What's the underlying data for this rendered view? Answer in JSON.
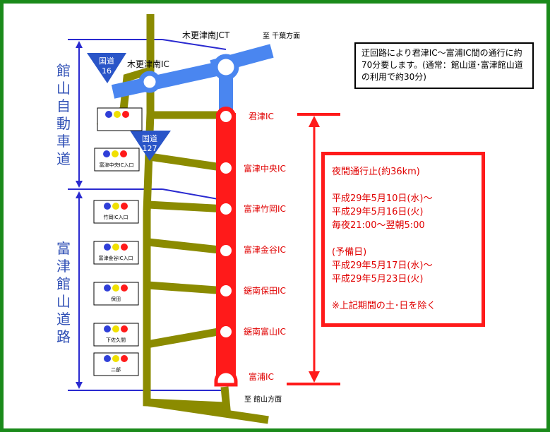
{
  "labels": {
    "kisarazu_minami_jct": "木更津南JCT",
    "to_chiba": "至  千葉方面",
    "kisarazu_minami_ic": "木更津南IC",
    "route16_line1": "国道",
    "route16_line2": "16",
    "route127_line1": "国道",
    "route127_line2": "127",
    "to_tateyama": "至  館山方面"
  },
  "road_sections": {
    "tateyama_expressway": [
      "館",
      "山",
      "自",
      "動",
      "車",
      "道"
    ],
    "futtsu_tateyama_road": [
      "富",
      "津",
      "館",
      "山",
      "道",
      "路"
    ]
  },
  "interchanges": [
    {
      "name": "君津IC"
    },
    {
      "name": "富津中央IC"
    },
    {
      "name": "富津竹岡IC"
    },
    {
      "name": "富津金谷IC"
    },
    {
      "name": "鋸南保田IC"
    },
    {
      "name": "鋸南富山IC"
    },
    {
      "name": "富浦IC"
    }
  ],
  "signals": [
    {
      "label": ""
    },
    {
      "label": "富津中央IC入口"
    },
    {
      "label": "竹岡IC入口"
    },
    {
      "label": "富津金谷IC入口"
    },
    {
      "label": "保田"
    },
    {
      "label": "下佐久間"
    },
    {
      "label": "二部"
    }
  ],
  "note": {
    "text": "迂回路により君津IC～富浦IC間の通行に約70分要します。(通常：館山道･富津館山道の利用で約30分)"
  },
  "closure": {
    "title": "夜間通行止(約36km)",
    "period_lines": [
      "平成29年5月10日(水)～",
      "平成29年5月16日(火)",
      "毎夜21:00～翌朝5:00"
    ],
    "reserve_label": "(予備日)",
    "reserve_lines": [
      "平成29年5月17日(水)～",
      "平成29年5月23日(火)"
    ],
    "exclusion": "※上記期間の土･日を除く"
  },
  "colors": {
    "frame": "#1a8a1a",
    "general_road": "#8b8b00",
    "expressway_connector": "#4a86f0",
    "closed_section": "#ff1a1a",
    "section_bracket": "#2a2ad0",
    "route_shield": "#2a55c8"
  }
}
